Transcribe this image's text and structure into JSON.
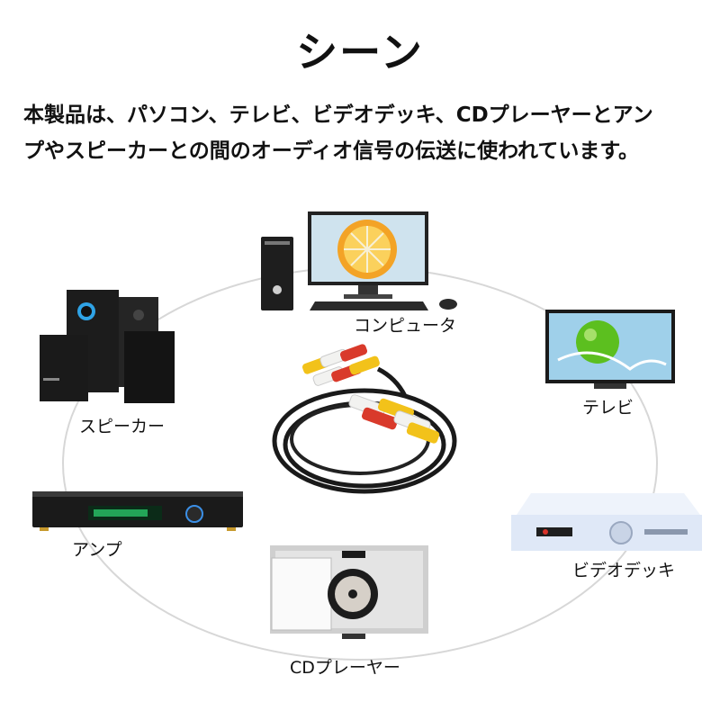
{
  "title": "シーン",
  "description": {
    "line1": "本製品は、パソコン、テレビ、ビデオデッキ、CDプレーヤーとアン",
    "line2": "プやスピーカーとの間のオーディオ信号の伝送に使われています。"
  },
  "devices": {
    "computer": "コンピュータ",
    "tv": "テレビ",
    "video_deck": "ビデオデッキ",
    "cd_player": "CDプレーヤー",
    "amp": "アンプ",
    "speaker": "スピーカー"
  },
  "colors": {
    "plug_red": "#d93a2b",
    "plug_white": "#f2f2f0",
    "plug_yellow": "#f2c21a",
    "cable": "#1a1a1a",
    "ring": "#d7d7d7"
  }
}
